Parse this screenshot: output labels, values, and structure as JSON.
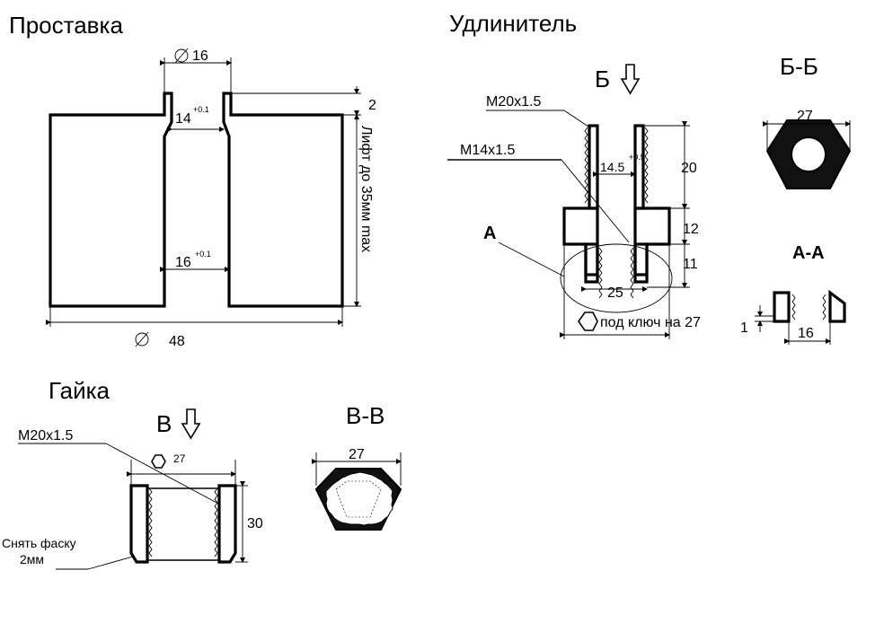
{
  "titles": {
    "prostavka": "Проставка",
    "udlinitel": "Удлинитель",
    "gaika": "Гайка",
    "bb": "Б-Б",
    "aa": "А-А",
    "vv": "В-В"
  },
  "prostavka": {
    "d16": "16",
    "d14": "14",
    "d14_tol": "+0.1",
    "d16b": "16",
    "d16b_tol": "+0.1",
    "h2": "2",
    "lift": "Лифт до 35мм max",
    "d48": "48"
  },
  "udlinitel": {
    "view_b": "Б",
    "m20": "М20х1.5",
    "m14": "М14х1.5",
    "d145": "14.5",
    "d145_tol": "+0.5",
    "h20": "20",
    "h12": "12",
    "h11": "11",
    "d25": "25",
    "label_a": "А",
    "key": "под ключ на 27"
  },
  "bb": {
    "d27": "27"
  },
  "aa": {
    "h1": "1",
    "d16": "16"
  },
  "gaika": {
    "view_v": "В",
    "m20": "М20х1.5",
    "d27": "27",
    "h30": "30",
    "chamfer_line1": "Снять фаску",
    "chamfer_line2": "2мм"
  },
  "vv": {
    "d27": "27"
  }
}
